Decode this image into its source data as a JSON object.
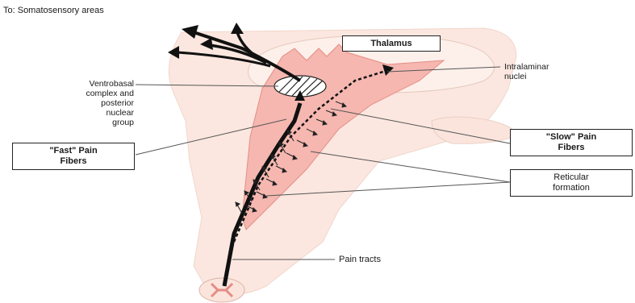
{
  "labels": {
    "top": "To: Somatosensory areas",
    "thalamus": "Thalamus",
    "intralaminar": "Intralaminar\nnuclei",
    "ventrobasal": "Ventrobasal\ncomplex and\nposterior\nnuclear\ngroup",
    "fast": "\"Fast\" Pain\nFibers",
    "slow": "\"Slow\" Pain\nFibers",
    "reticular": "Reticular\nformation",
    "pain_tracts": "Pain tracts"
  },
  "colors": {
    "brainstem": "#fbe7df",
    "brainstem_outline": "#f0d6cc",
    "reticular": "#f5b7b0",
    "reticular_edge": "#e58d86",
    "fiber": "#111111",
    "leader": "#555555"
  }
}
